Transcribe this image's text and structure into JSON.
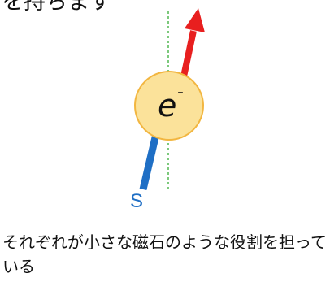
{
  "top_text": "を持ちます",
  "electron": {
    "symbol": "e",
    "charge": "-",
    "fill_color": "#fbe29a",
    "stroke_color": "#f2b640"
  },
  "arrows": {
    "north_color": "#e81f1f",
    "south_color": "#1f6fc5"
  },
  "axis_color": "#7cc97c",
  "south_label": "S",
  "caption": "それぞれが小さな磁石のような役割を担っている"
}
